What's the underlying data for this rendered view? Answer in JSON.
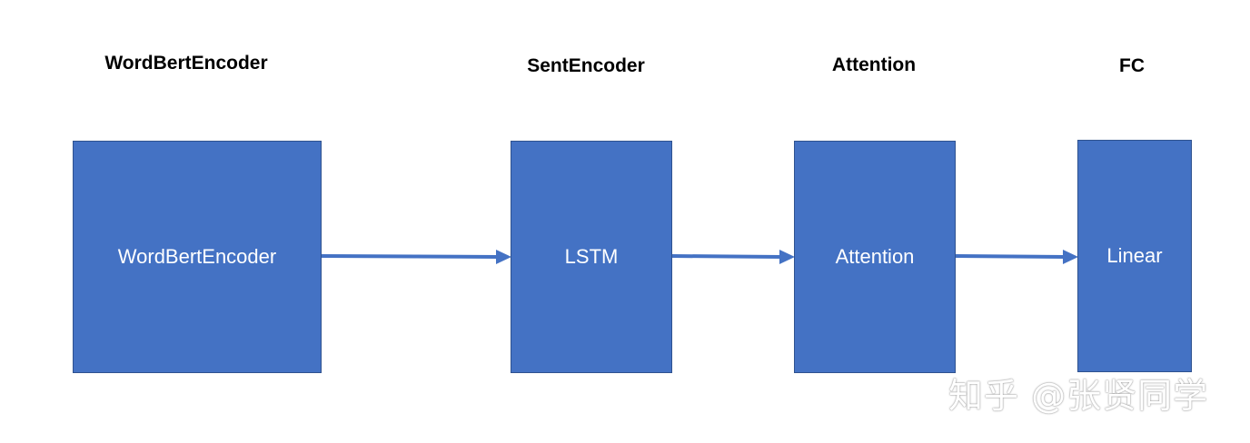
{
  "colors": {
    "block_fill": "#4472c4",
    "block_border": "#2f528f",
    "arrow": "#4472c4"
  },
  "stages": [
    {
      "title": "WordBertEncoder",
      "block_label": "WordBertEncoder"
    },
    {
      "title": "SentEncoder",
      "block_label": "LSTM"
    },
    {
      "title": "Attention",
      "block_label": "Attention"
    },
    {
      "title": "FC",
      "block_label": "Linear"
    }
  ],
  "watermark": "知乎 @张贤同学"
}
